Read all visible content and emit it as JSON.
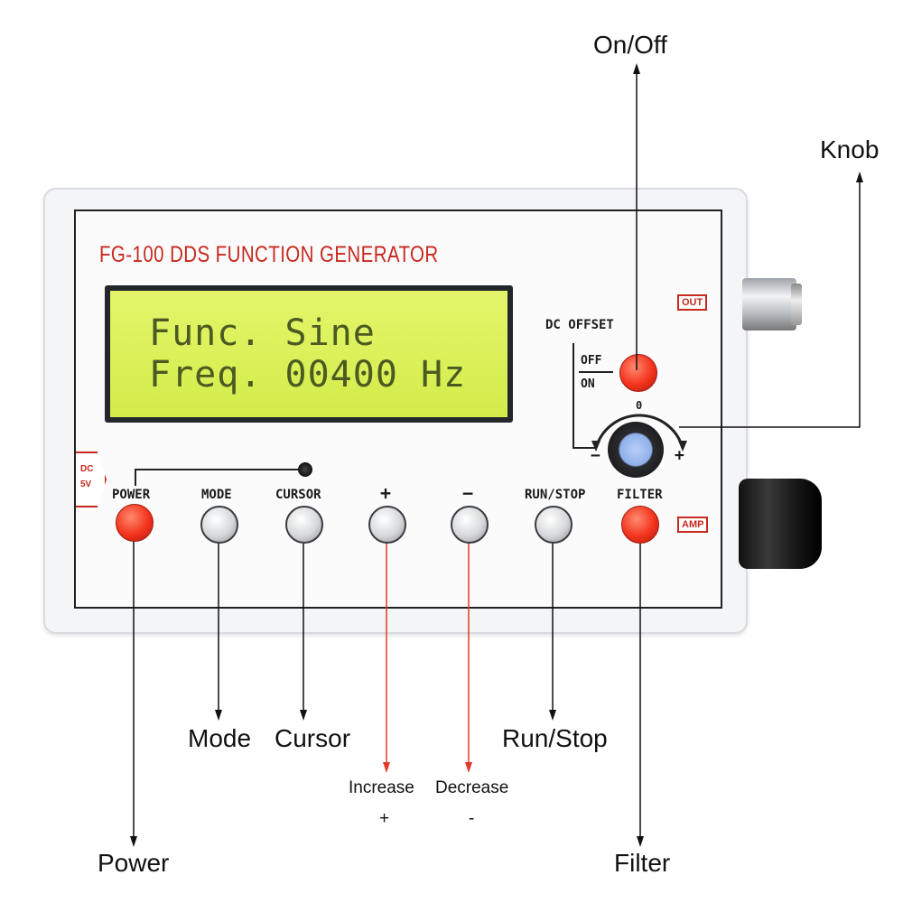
{
  "device": {
    "title": "FG-100 DDS FUNCTION GENERATOR",
    "display_line_1": "Func. Sine",
    "display_line_2": "Freq. 00400 Hz",
    "output_tag": "OUT",
    "amp_tag": "AMP",
    "dc_tag_line_1": "DC",
    "dc_tag_line_2": "5V",
    "dc_offset_label": "DC OFFSET",
    "switch_off_label": "OFF",
    "switch_on_label": "ON",
    "knob_zero_label": "0",
    "knob_minus_label": "−",
    "knob_plus_label": "+",
    "buttons": {
      "power": "POWER",
      "mode": "MODE",
      "cursor": "CURSOR",
      "plus": "+",
      "minus": "−",
      "run_stop": "RUN/STOP",
      "filter": "FILTER"
    }
  },
  "callouts": {
    "on_off": "On/Off",
    "knob": "Knob",
    "mode": "Mode",
    "cursor": "Cursor",
    "run_stop": "Run/Stop",
    "increase": "Increase",
    "increase_symbol": "+",
    "decrease": "Decrease",
    "decrease_symbol": "-",
    "power": "Power",
    "filter": "Filter"
  },
  "colors": {
    "accent_red": "#c8281e",
    "callout_red_line": "#e23a2a",
    "lcd_green": "#d3ec4a",
    "button_red": "#f3331c"
  }
}
